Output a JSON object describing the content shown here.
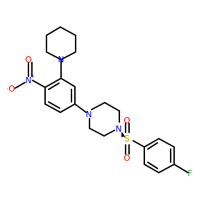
{
  "colors": {
    "bond": "#000000",
    "nitrogen": "#0000ff",
    "oxygen": "#ff0000",
    "sulfur": "#b8a000",
    "fluorine": "#33aa33"
  },
  "atoms": {
    "n_piperidine": "N",
    "n_nitro": "N",
    "n_nitro_charge": "+",
    "o_nitro_double": "O",
    "o_nitro_single": "O",
    "o_nitro_charge": "-",
    "n_piperazine_aryl": "N",
    "n_piperazine_sulfonyl": "N",
    "s_sulfonyl": "S",
    "o_sulfonyl_top": "O",
    "o_sulfonyl_bottom": "O",
    "f_fluoro": "F"
  }
}
